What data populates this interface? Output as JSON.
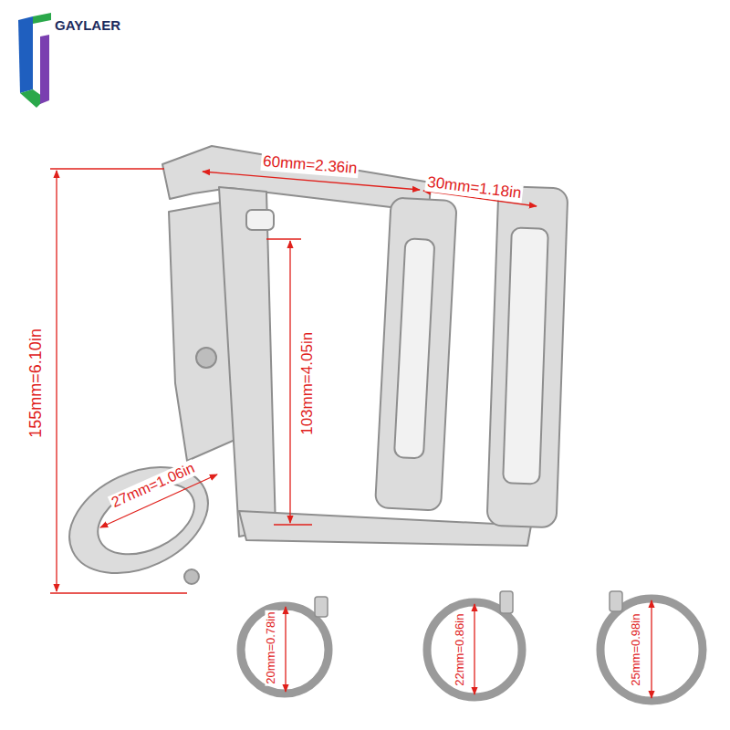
{
  "diagram": {
    "labels": [
      "GAYLAER",
      "60mm=2.36in",
      "30mm=1.18in",
      "155mm=6.10in",
      "103mm=4.05in",
      "27mm=1.06in",
      "20mm=0.78in",
      "22mm=0.86in",
      "25mm=0.98in"
    ]
  }
}
